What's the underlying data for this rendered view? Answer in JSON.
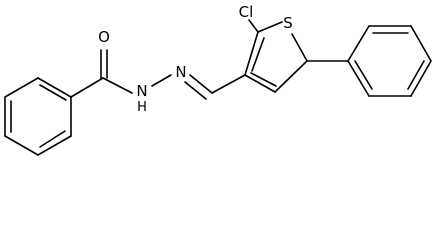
{
  "diagram": {
    "type": "chemical-structure",
    "atom_labels": {
      "carbonyl_oxygen": "O",
      "amide_nitrogen": "N",
      "amide_hydrogen": "H",
      "imine_nitrogen": "N",
      "chlorine": "Cl",
      "sulfur": "S"
    }
  },
  "colors": {
    "background": "#ffffff",
    "stroke": "#000000"
  }
}
